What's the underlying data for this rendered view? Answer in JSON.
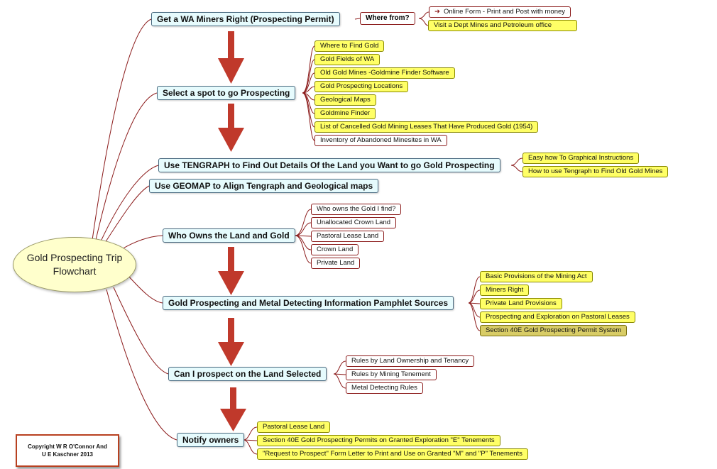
{
  "root": {
    "line1": "Gold Prospecting Trip",
    "line2": "Flowchart"
  },
  "steps": [
    {
      "label": "Get a WA Miners Right (Prospecting Permit)"
    },
    {
      "label": "Select a spot to go Prospecting"
    },
    {
      "label": "Use TENGRAPH to Find Out Details Of the Land you Want to go Gold Prospecting"
    },
    {
      "label": "Use GEOMAP to Align Tengraph and Geological maps"
    },
    {
      "label": "Who Owns the Land and Gold"
    },
    {
      "label": "Gold Prospecting and Metal Detecting Information Pamphlet Sources"
    },
    {
      "label": "Can I prospect on the Land Selected"
    },
    {
      "label": "Notify owners"
    }
  ],
  "where_from": "Where from?",
  "miners_right_options": [
    "Online Form - Print and Post with money",
    "Visit a Dept Mines and Petroleum office"
  ],
  "spot_items": [
    "Where to Find Gold",
    "Gold Fields of WA",
    "Old Gold Mines -Goldmine Finder Software",
    "Gold Prospecting Locations",
    "Geological Maps",
    "Goldmine Finder",
    "List of Cancelled Gold Mining Leases That Have Produced Gold (1954)",
    "Inventory of Abandoned Minesites in WA"
  ],
  "tengraph_items": [
    "Easy how To Graphical Instructions",
    "How to use Tengraph to Find Old Gold Mines"
  ],
  "owner_items": [
    "Who owns the Gold I find?",
    "Unallocated Crown Land",
    "Pastoral Lease Land",
    "Crown Land",
    "Private Land"
  ],
  "pamphlet_items": [
    "Basic Provisions of the Mining Act",
    "Miners Right",
    "Private Land Provisions",
    "Prospecting and Exploration on Pastoral Leases",
    "Section 40E Gold Prospecting Permit System"
  ],
  "prospect_items": [
    "Rules by Land Ownership and Tenancy",
    "Rules by Mining Tenement",
    "Metal Detecting Rules"
  ],
  "notify_items": [
    "Pastoral  Lease Land",
    "Section 40E Gold Prospecting Permits on Granted Exploration \"E\" Tenements",
    "\"Request to Prospect\" Form Letter to Print and Use on Granted \"M\" and \"P\" Tenements"
  ],
  "copyright": {
    "line1": "Copyright W R O'Connor And",
    "line2": "U E Kaschner 2013"
  },
  "colors": {
    "arrow": "#c0392b",
    "connector": "#8b1a1a",
    "main_fill": "#e6fbfd",
    "sub_yellow": "#ffff66",
    "root_fill": "#ffffcc"
  }
}
